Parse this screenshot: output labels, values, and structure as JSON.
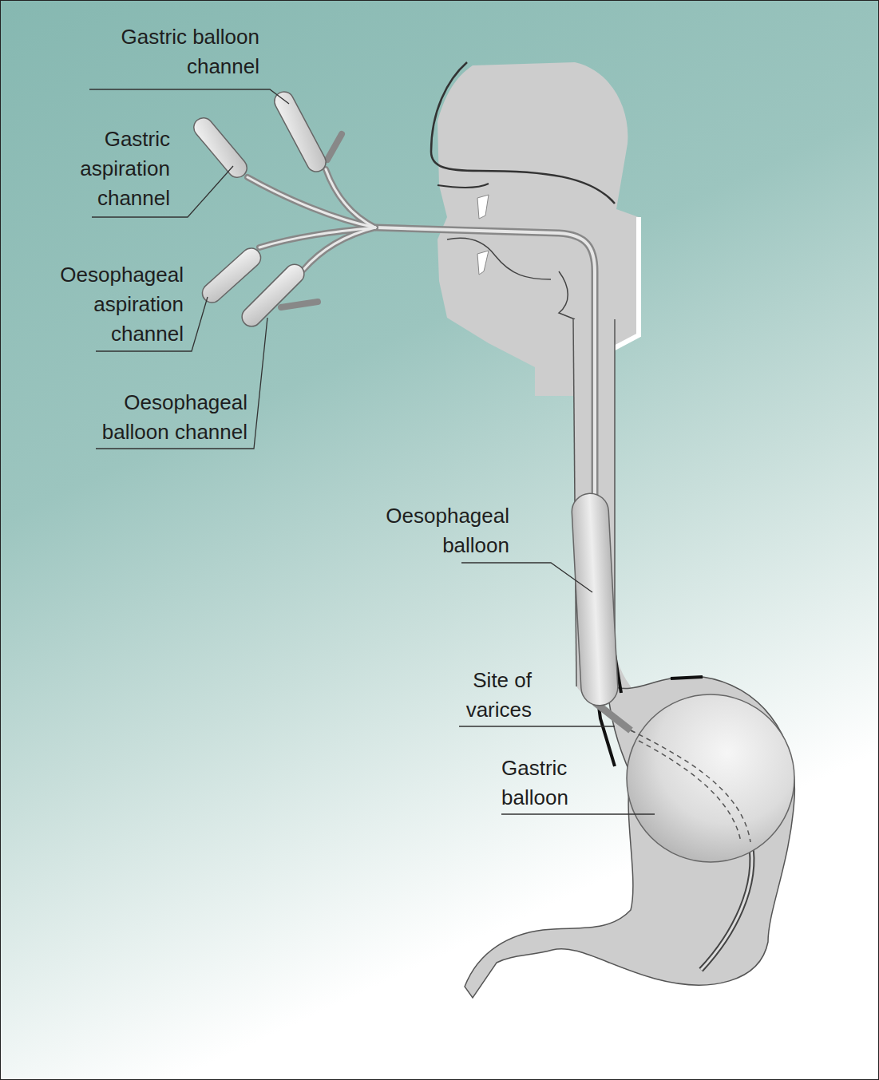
{
  "diagram": {
    "labels": [
      "Gastric balloon channel",
      "Gastric aspiration channel",
      "Oesophageal aspiration channel",
      "Oesophageal balloon channel",
      "Oesophageal balloon",
      "Site of varices",
      "Gastric balloon"
    ]
  }
}
